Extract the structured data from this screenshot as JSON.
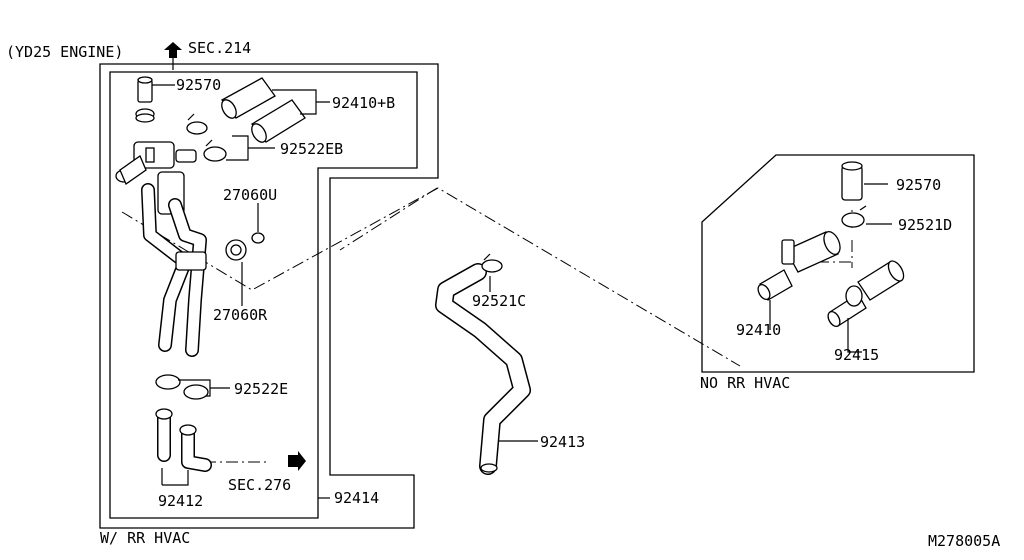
{
  "labels": {
    "engine": "(YD25 ENGINE)",
    "sec214": "SEC.214",
    "p92570a": "92570",
    "p92410b": "92410+B",
    "p92522eb": "92522EB",
    "p27060u": "27060U",
    "p27060r": "27060R",
    "p92522e": "92522E",
    "p92412": "92412",
    "sec276": "SEC.276",
    "p92414": "92414",
    "wrr": "W/ RR HVAC",
    "p92521c": "92521C",
    "p92413": "92413",
    "p92570b": "92570",
    "p92521d": "92521D",
    "p92410": "92410",
    "p92415": "92415",
    "norr": "NO RR HVAC",
    "ref": "M278005A"
  }
}
